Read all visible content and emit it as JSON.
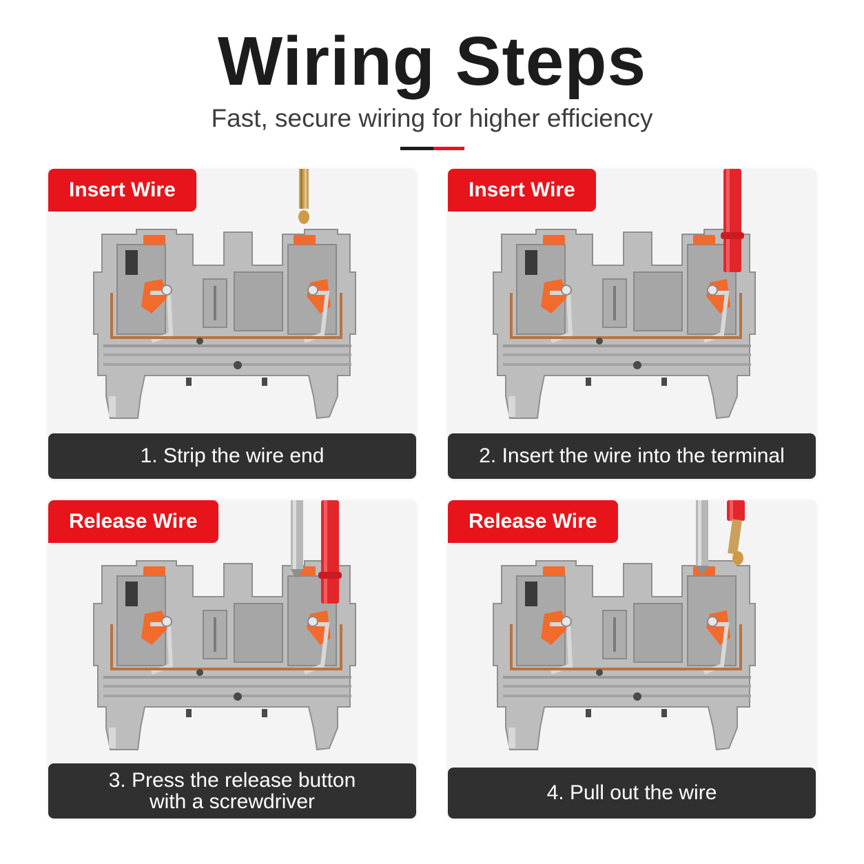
{
  "header": {
    "title": "Wiring Steps",
    "subtitle": "Fast, secure wiring for higher efficiency"
  },
  "colors": {
    "accent_red": "#e8141c",
    "caption_bg": "#303030",
    "terminal_gray": "#b8b8b8",
    "lever_orange": "#f26a2c",
    "wire_red": "#e3262b",
    "copper": "#b8733f"
  },
  "steps": [
    {
      "badge": "Insert Wire",
      "caption_lines": [
        "1. Strip the wire end"
      ]
    },
    {
      "badge": "Insert Wire",
      "caption_lines": [
        "2. Insert the wire into the terminal"
      ]
    },
    {
      "badge": "Release Wire",
      "caption_lines": [
        "3. Press the release button",
        "with a screwdriver"
      ]
    },
    {
      "badge": "Release Wire",
      "caption_lines": [
        "4. Pull out the wire"
      ]
    }
  ]
}
